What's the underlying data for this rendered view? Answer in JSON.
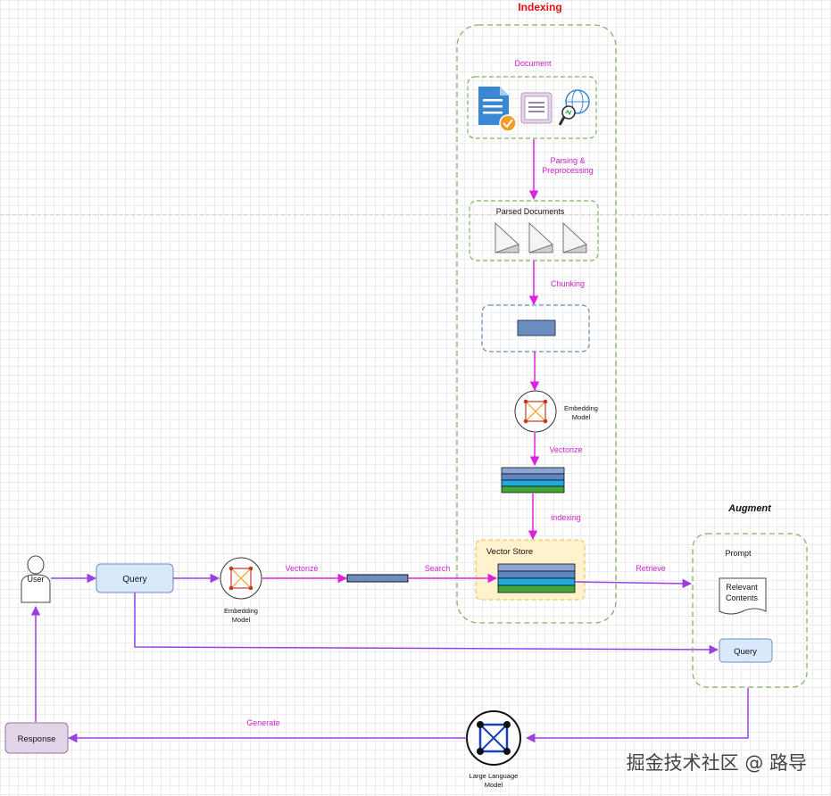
{
  "titles": {
    "indexing": "Indexing",
    "augment": "Augment"
  },
  "indexing": {
    "document_label": "Document",
    "parsing_label_line1": "Parsing &",
    "parsing_label_line2": "Preprocessing",
    "parsed_documents_label": "Parsed Documents",
    "chunking_label": "Chunking",
    "embedding_model_line1": "Embedding",
    "embedding_model_line2": "Model",
    "vectorize_label": "Vectorize",
    "indexing_label": "indexing",
    "vector_store_label": "Vector Store"
  },
  "query_flow": {
    "user_label": "User",
    "query_label": "Query",
    "embedding_model_line1": "Embedding",
    "embedding_model_line2": "Model",
    "vectorize_label": "Vectorize",
    "search_label": "Search",
    "retrieve_label": "Retrieve"
  },
  "augment": {
    "prompt_label": "Prompt",
    "relevant_line1": "Relevant",
    "relevant_line2": "Contents",
    "query_label": "Query"
  },
  "generation": {
    "generate_label": "Generate",
    "response_label": "Response",
    "llm_line1": "Large Language",
    "llm_line2": "Model"
  },
  "watermark": "掘金技术社区 @ 路导",
  "colors": {
    "flow_arrow": "#dd22dd",
    "query_arrow": "#9b3fe0",
    "group_border": "#82b366",
    "title_red": "#e01010",
    "label_magenta": "#cc22cc",
    "query_fill": "#dae8fc",
    "response_fill": "#e1d5e7",
    "vector_store_fill": "#fff2cc"
  }
}
